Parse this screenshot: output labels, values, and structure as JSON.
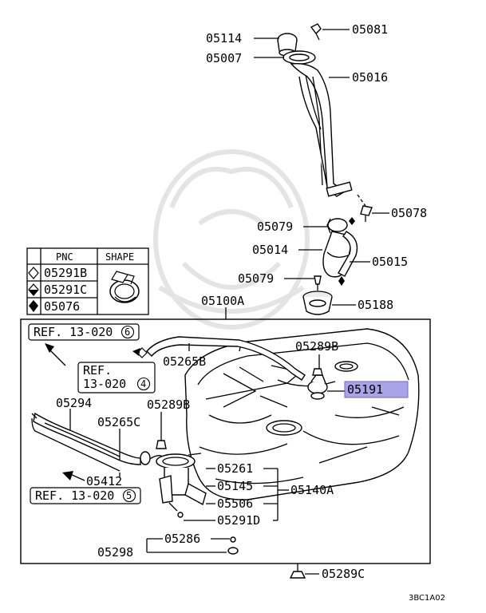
{
  "legend": {
    "header_pnc": "PNC",
    "header_shape": "SHAPE",
    "rows": [
      {
        "symbol": "outline-diamond",
        "pnc": "05291B"
      },
      {
        "symbol": "half-diamond",
        "pnc": "05291C"
      },
      {
        "symbol": "filled-diamond",
        "pnc": "05076"
      }
    ]
  },
  "parts": {
    "p05114": "05114",
    "p05081": "05081",
    "p05007": "05007",
    "p05016": "05016",
    "p05078": "05078",
    "p05079a": "05079",
    "p05014": "05014",
    "p05015": "05015",
    "p05079b": "05079",
    "p05188": "05188",
    "p05100A": "05100A",
    "p05289B_top": "05289B",
    "p05265B": "05265B",
    "p05191": "05191",
    "p05294": "05294",
    "p05289B_left": "05289B",
    "p05265C": "05265C",
    "p05261": "05261",
    "p05145": "05145",
    "p05140A": "05140A",
    "p05412": "05412",
    "p05506": "05506",
    "p05291D": "05291D",
    "p05298": "05298",
    "p05286": "05286",
    "p05289C": "05289C"
  },
  "refs": {
    "ref1_text": "REF. 13-020",
    "ref1_num": "6",
    "ref2_line1": "REF.",
    "ref2_line2": "13-020",
    "ref2_num": "4",
    "ref3_text": "REF. 13-020",
    "ref3_num": "5"
  },
  "highlight_part": "05191",
  "highlight_color": "#a9a3e8",
  "footer_code": "3BC1A02"
}
